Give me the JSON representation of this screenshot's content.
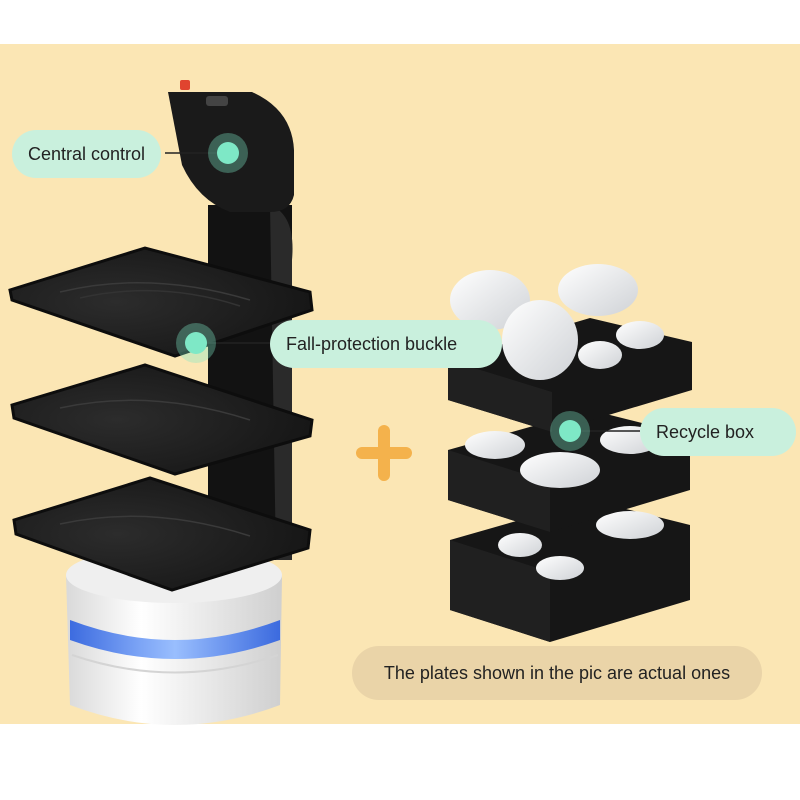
{
  "callouts": {
    "central_control": "Central control",
    "fall_protection": "Fall-protection buckle",
    "recycle_box": "Recycle box"
  },
  "note": "The plates shown in the pic are actual ones",
  "colors": {
    "background": "#fbe6b4",
    "callout": "#c9f0dd",
    "marker": "#7ee8c6",
    "note": "#ead4a8",
    "plus": "#f4b24c",
    "tray": "#1e1e1e",
    "robot_base": "#f3f3f3",
    "led": "#3a7cff"
  },
  "icons": {
    "plus": "plus-icon",
    "marker": "dot-marker-icon"
  }
}
